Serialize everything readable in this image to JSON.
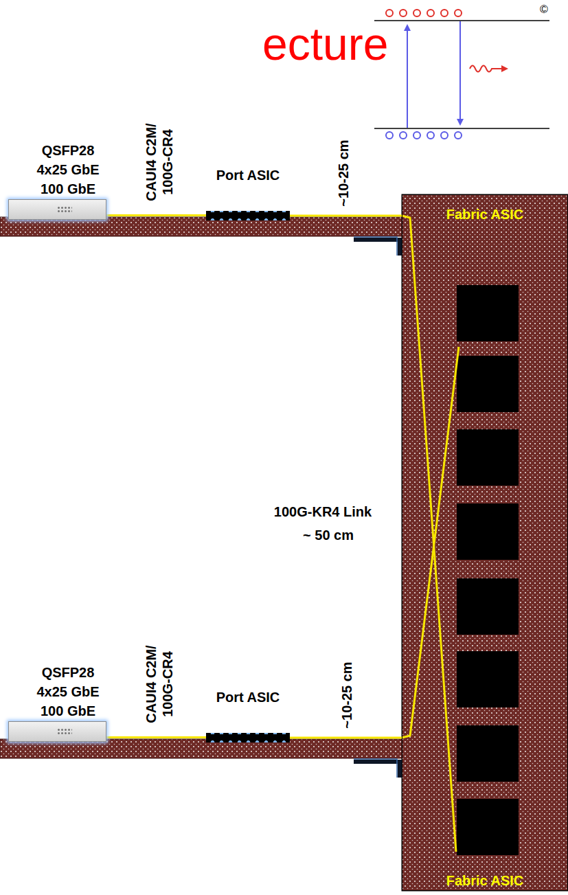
{
  "diagram": {
    "title": "ecture",
    "nodes": [
      {
        "text": [
          "QSFP28 4x25 GbE 100 GbE"
        ]
      },
      {
        "text": [
          "Port ASIC"
        ]
      },
      {
        "text": [
          "Fabric ASIC",
          "Fabric ASIC"
        ]
      },
      {
        "text": [
          "QSFP28 4x25 GbE 100 GbE"
        ]
      },
      {
        "text": [
          "Port ASIC"
        ]
      }
    ],
    "edges": [
      {
        "from": 0,
        "to": 1,
        "arrow": "none"
      },
      {
        "from": 1,
        "to": 2,
        "arrow": "none"
      },
      {
        "from": 3,
        "to": 4,
        "arrow": "none"
      },
      {
        "from": 4,
        "to": 2,
        "arrow": "none"
      }
    ],
    "labels": [
      "©",
      "CAUI4 C2M/ 100G-CR4",
      "~10-25 cm",
      "100G-KR4 Link",
      "~ 50 cm",
      "CAUI4 C2M/ 100G-CR4",
      "~10-25 cm"
    ]
  }
}
